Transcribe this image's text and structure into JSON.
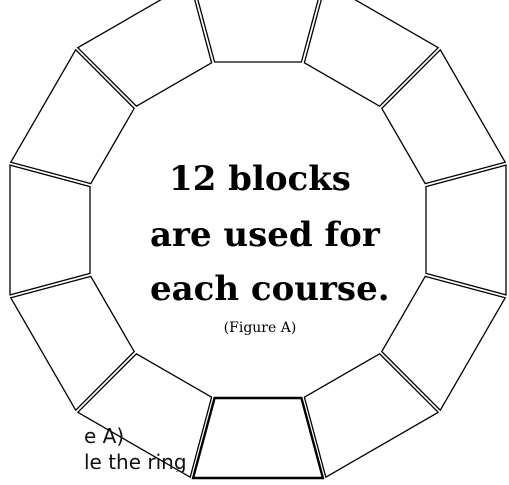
{
  "figure": {
    "block_count": 12,
    "headline_lines": [
      "12 blocks",
      "are used for",
      "each course."
    ],
    "caption": "(Figure A)"
  },
  "cropped_side_text": [
    "e A)",
    "le the ring"
  ]
}
